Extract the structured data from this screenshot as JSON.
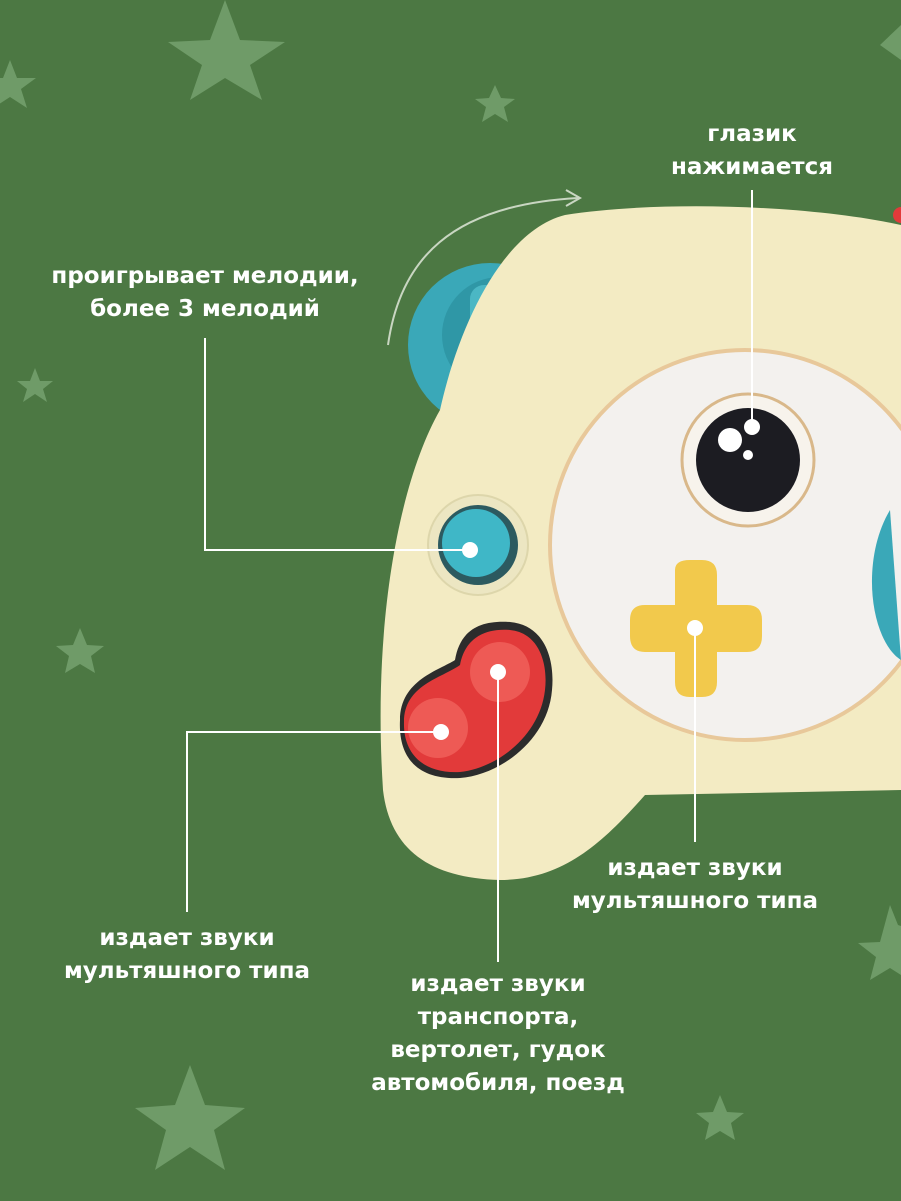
{
  "colors": {
    "background": "#4c7843",
    "star": "#6f9b68",
    "body": "#f3ebc3",
    "teal": "#3aa8b8",
    "red": "#e23a3a",
    "yellow": "#f2c94c",
    "callout": "#ffffff"
  },
  "callouts": [
    {
      "id": "melodies",
      "lines": [
        "проигрывает мелодии,",
        "более 3 мелодий"
      ]
    },
    {
      "id": "eye",
      "lines": [
        "глазик",
        "нажимается"
      ]
    },
    {
      "id": "cross",
      "lines": [
        "издает звуки",
        "мультяшного типа"
      ]
    },
    {
      "id": "red-left",
      "lines": [
        "издает звуки",
        "мультяшного типа"
      ]
    },
    {
      "id": "red-right",
      "lines": [
        "издает звуки",
        "транспорта,",
        "вертолет, гудок",
        "автомобиля, поезд"
      ]
    }
  ]
}
